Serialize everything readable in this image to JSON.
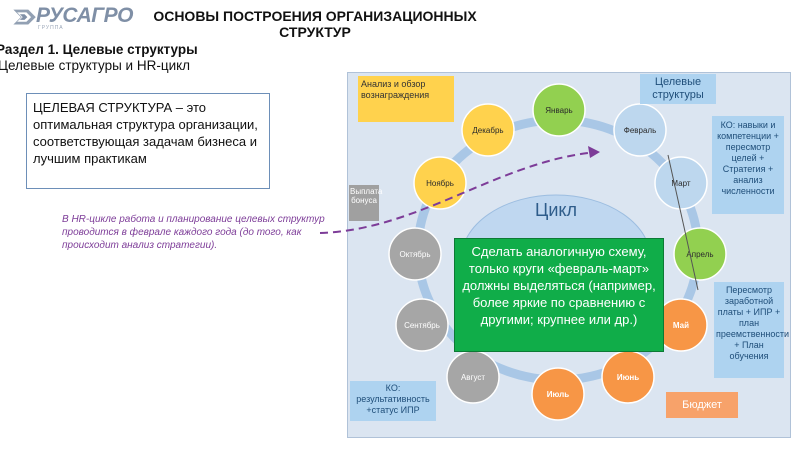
{
  "header": {
    "logo_text": "РУСАГРО",
    "logo_sub": "ГРУППА",
    "title": "ОСНОВЫ ПОСТРОЕНИЯ ОРГАНИЗАЦИОННЫХ СТРУКТУР"
  },
  "section": "Раздел 1. Целевые структуры",
  "subsection": "Целевые структуры и HR-цикл",
  "definition": "ЦЕЛЕВАЯ СТРУКТУРА – это оптимальная структура организации, соответствующая задачам бизнеса и лучшим практикам",
  "note": "В HR-цикле работа и планирование целевых структур проводится в феврале каждого года (до того, как происходит анализ стратегии).",
  "cycle": {
    "center_label": "Цикл",
    "months": [
      {
        "label": "Январь",
        "color": "#92d050"
      },
      {
        "label": "Февраль",
        "color": "#bdd7ee"
      },
      {
        "label": "Март",
        "color": "#bdd7ee"
      },
      {
        "label": "Апрель",
        "color": "#92d050"
      },
      {
        "label": "Май",
        "color": "#f79646"
      },
      {
        "label": "Июнь",
        "color": "#f79646"
      },
      {
        "label": "Июль",
        "color": "#f79646"
      },
      {
        "label": "Август",
        "color": "#a6a6a6"
      },
      {
        "label": "Сентябрь",
        "color": "#a6a6a6"
      },
      {
        "label": "Октябрь",
        "color": "#a6a6a6"
      },
      {
        "label": "Ноябрь",
        "color": "#ffd24d"
      },
      {
        "label": "Декабрь",
        "color": "#ffd24d"
      }
    ]
  },
  "callouts": {
    "review": "Анализ и обзор вознаграждения",
    "goals": "Целевые структуры",
    "ko1": "КО: навыки и компетенции + пересмотр целей + Стратегия + анализ численности",
    "bonus": "Выплата бонуса",
    "review2": "Пересмотр заработной платы + ИПР + план преемственности + План обучения",
    "ko2": "КО: результативность +статус ИПР",
    "budget": "Бюджет"
  },
  "green_box": "Сделать аналогичную схему, только круги «февраль-март» должны выделяться (например, более яркие по сравнению с другими; крупнее или др.)"
}
